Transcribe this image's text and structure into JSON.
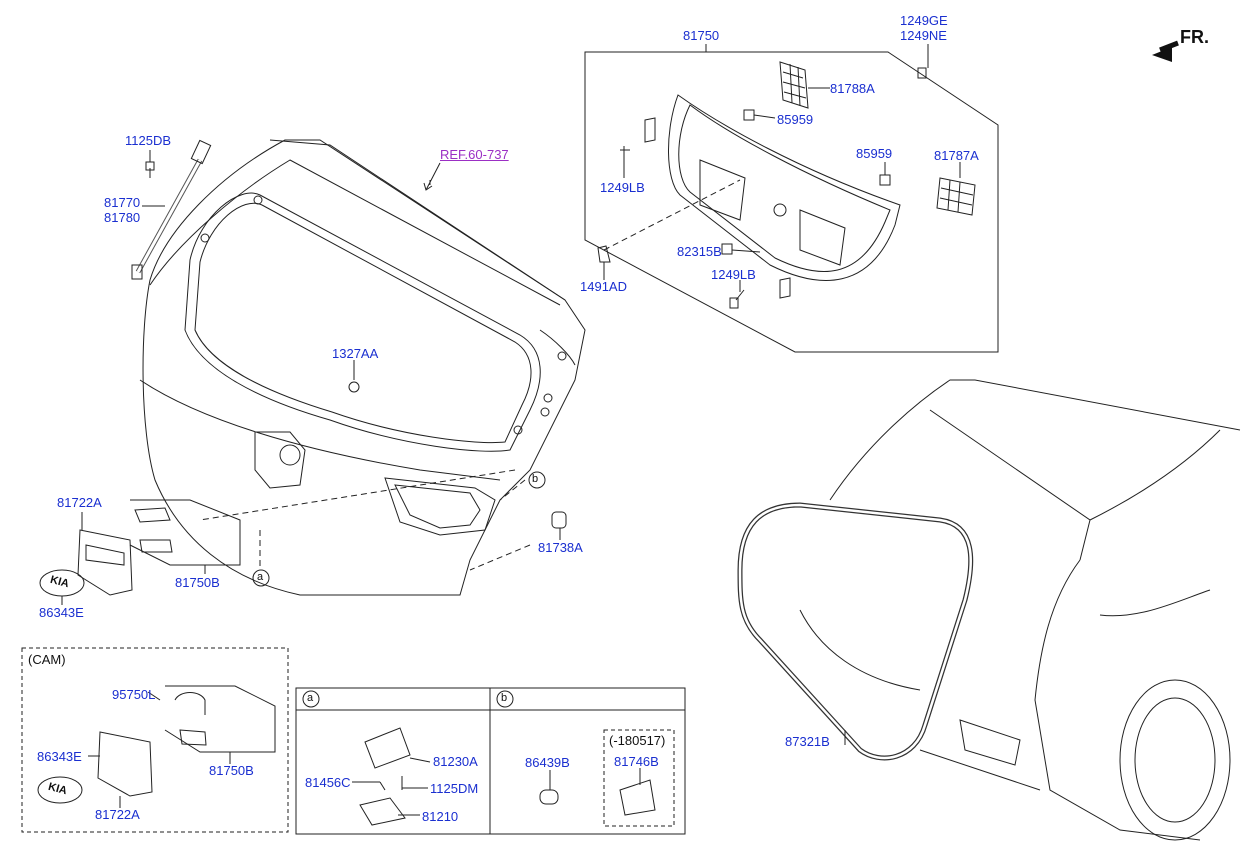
{
  "direction": {
    "text": "FR."
  },
  "reference": {
    "text": "REF.60-737"
  },
  "parts": {
    "p81750": "81750",
    "p1249GE": "1249GE",
    "p1249NE": "1249NE",
    "p81788A": "81788A",
    "p85959a": "85959",
    "p85959b": "85959",
    "p81787A": "81787A",
    "p1249LBa": "1249LB",
    "p1249LBb": "1249LB",
    "p82315B": "82315B",
    "p1491AD": "1491AD",
    "p1125DB": "1125DB",
    "p81770": "81770",
    "p81780": "81780",
    "p1327AA": "1327AA",
    "p81722A": "81722A",
    "p86343E": "86343E",
    "p81750B": "81750B",
    "p81738A": "81738A",
    "p87321B": "87321B",
    "cam95750L": "95750L",
    "cam86343E": "86343E",
    "cam81722A": "81722A",
    "cam81750B": "81750B",
    "a81230A": "81230A",
    "a81456C": "81456C",
    "a1125DM": "1125DM",
    "a81210": "81210",
    "b86439B": "86439B",
    "b81746B": "81746B"
  },
  "callouts": {
    "a": "a",
    "b": "b"
  },
  "boxes": {
    "cam_title": "(CAM)",
    "a_header": "a",
    "b_header": "b",
    "b_sub_note": "(-180517)"
  },
  "logo": {
    "text": "KIA"
  }
}
